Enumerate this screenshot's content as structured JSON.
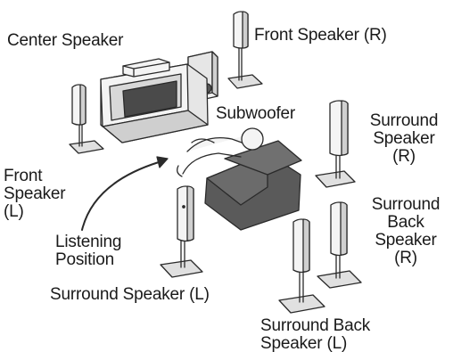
{
  "labels": {
    "center_speaker": "Center Speaker",
    "front_speaker_r": "Front Speaker (R)",
    "subwoofer": "Subwoofer",
    "surround_speaker_r": [
      "Surround",
      "Speaker",
      "(R)"
    ],
    "front_speaker_l": [
      "Front",
      "Speaker",
      "(L)"
    ],
    "surround_back_speaker_r": [
      "Surround",
      "Back",
      "Speaker",
      "(R)"
    ],
    "listening_position": [
      "Listening",
      "Position"
    ],
    "surround_speaker_l": "Surround Speaker (L)",
    "surround_back_speaker_l": [
      "Surround Back",
      "Speaker (L)"
    ]
  },
  "colors": {
    "line": "#2a2a2a",
    "fill_light": "#f2f2f2",
    "fill_mid": "#d9d9d9",
    "screen": "#4a4a4a",
    "sofa": "#5a5a5a",
    "text": "#1a1a1a"
  }
}
